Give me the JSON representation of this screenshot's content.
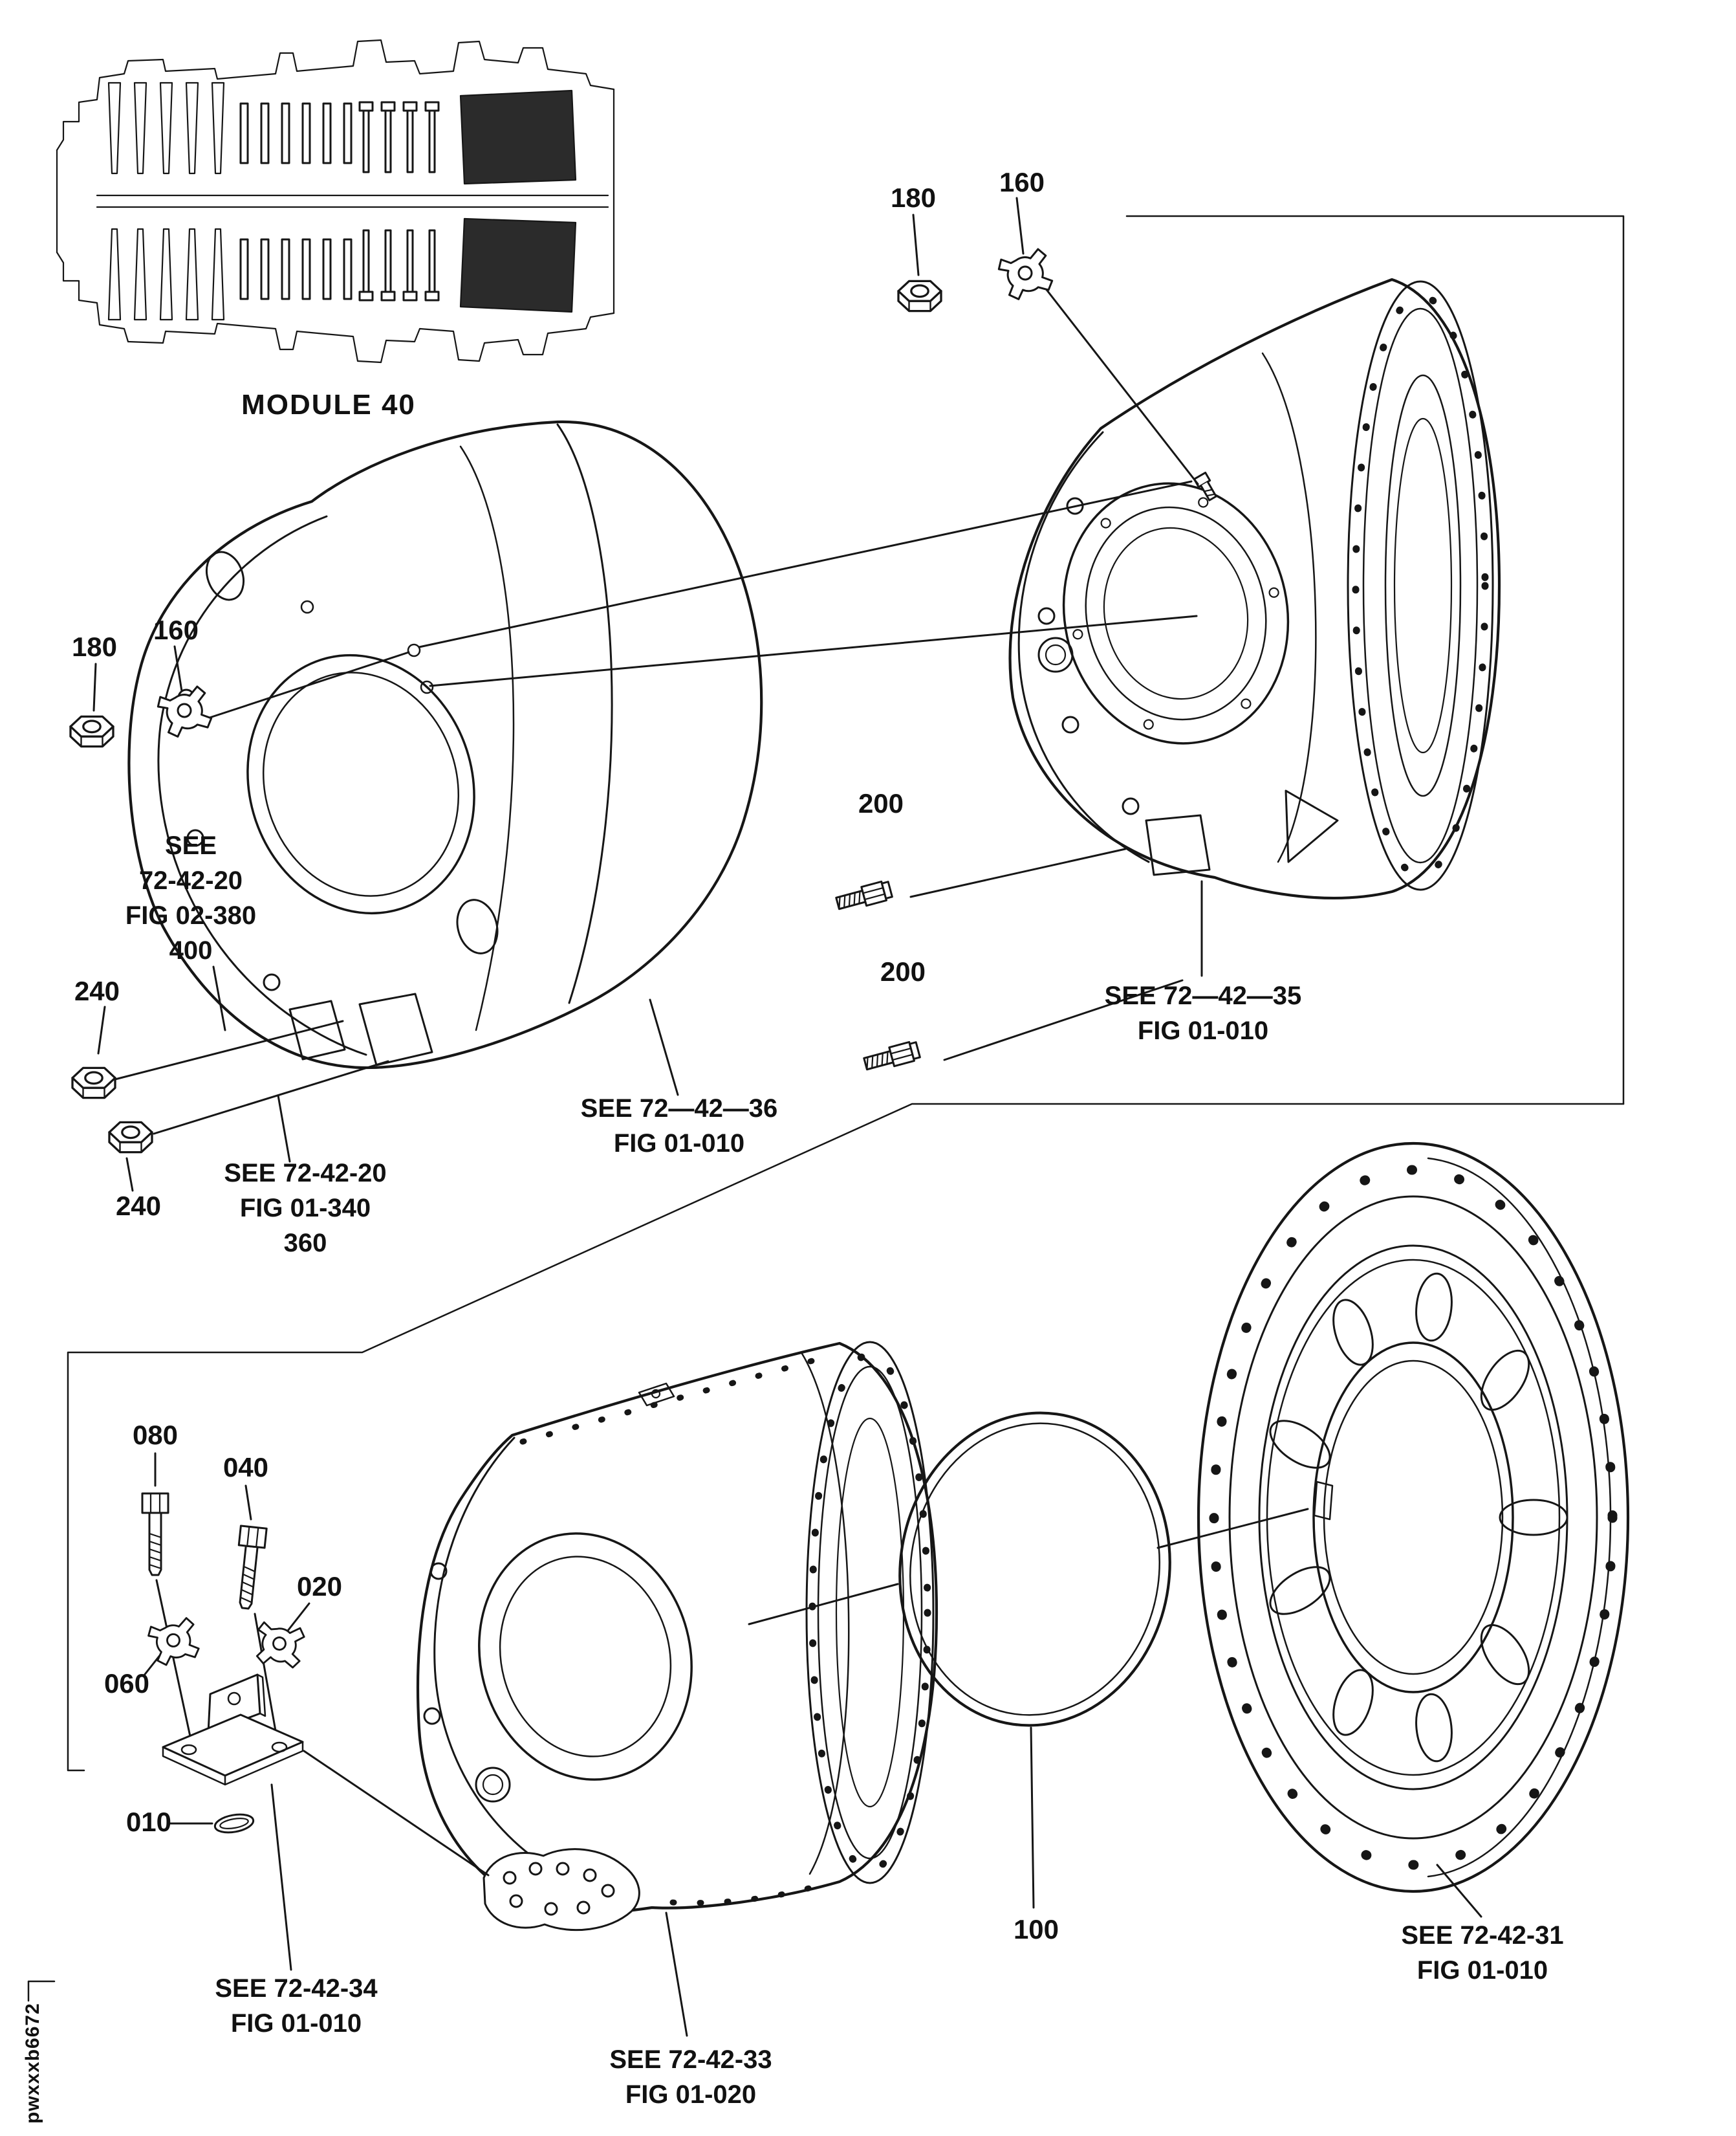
{
  "figure": {
    "module_label": "MODULE 40",
    "doc_code": "pwxxxb6672"
  },
  "callouts": {
    "c180_top": "180",
    "c160_top": "160",
    "c180_left": "180",
    "c160_left": "160",
    "c200_a": "200",
    "c200_b": "200",
    "c240_a": "240",
    "c240_b": "240",
    "c080": "080",
    "c040": "040",
    "c020": "020",
    "c060": "060",
    "c010": "010",
    "c100": "100"
  },
  "references": {
    "r_fig02_380": {
      "l1": "SEE",
      "l2": "72-42-20",
      "l3": "FIG 02-380",
      "l4": "400"
    },
    "r_case_36": {
      "l1": "SEE 72—42—36",
      "l2": "FIG 01-010"
    },
    "r_case_35": {
      "l1": "SEE 72—42—35",
      "l2": "FIG 01-010"
    },
    "r_fig01_340": {
      "l1": "SEE 72-42-20",
      "l2": "FIG 01-340",
      "l3": "360"
    },
    "r_bracket_34": {
      "l1": "SEE 72-42-34",
      "l2": "FIG 01-010"
    },
    "r_case_33": {
      "l1": "SEE 72-42-33",
      "l2": "FIG 01-020"
    },
    "r_ring_31": {
      "l1": "SEE 72-42-31",
      "l2": "FIG 01-010"
    }
  }
}
